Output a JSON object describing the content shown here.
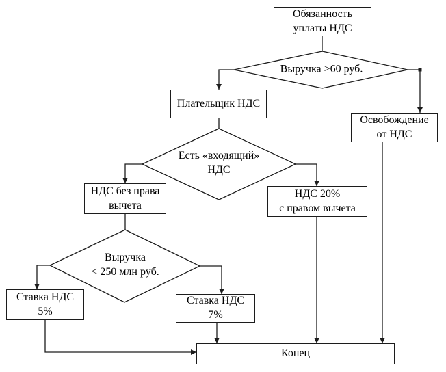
{
  "flowchart": {
    "nodes": {
      "obligation": {
        "shape": "rect",
        "label": "Обязанность\nуплаты НДС"
      },
      "revenue_over_60": {
        "shape": "diamond",
        "label": "Выручка >60 руб."
      },
      "vat_payer": {
        "shape": "rect",
        "label": "Плательщик НДС"
      },
      "vat_exemption": {
        "shape": "rect",
        "label": "Освобождение\nот НДС"
      },
      "has_input_vat": {
        "shape": "diamond",
        "label": "Есть «входящий»\nНДС"
      },
      "vat_no_deduction": {
        "shape": "rect",
        "label": "НДС без права\nвычета"
      },
      "vat_20_deduction": {
        "shape": "rect",
        "label": "НДС 20%\nс правом вычета"
      },
      "revenue_under_250": {
        "shape": "diamond",
        "label": "Выручка\n< 250 млн руб."
      },
      "rate_5": {
        "shape": "rect",
        "label": "Ставка НДС\n5%"
      },
      "rate_7": {
        "shape": "rect",
        "label": "Ставка НДС\n7%"
      },
      "end": {
        "shape": "rect",
        "label": "Конец"
      }
    },
    "edges": [
      {
        "from": "obligation",
        "to": "revenue_over_60",
        "arrow": false
      },
      {
        "from": "revenue_over_60",
        "to": "vat_payer",
        "arrow": true
      },
      {
        "from": "revenue_over_60",
        "to": "vat_exemption",
        "arrow": true
      },
      {
        "from": "vat_payer",
        "to": "has_input_vat",
        "arrow": false
      },
      {
        "from": "has_input_vat",
        "to": "vat_no_deduction",
        "arrow": true
      },
      {
        "from": "has_input_vat",
        "to": "vat_20_deduction",
        "arrow": true
      },
      {
        "from": "vat_no_deduction",
        "to": "revenue_under_250",
        "arrow": false
      },
      {
        "from": "revenue_under_250",
        "to": "rate_5",
        "arrow": true
      },
      {
        "from": "revenue_under_250",
        "to": "rate_7",
        "arrow": true
      },
      {
        "from": "rate_5",
        "to": "end",
        "arrow": true
      },
      {
        "from": "rate_7",
        "to": "end",
        "arrow": true
      },
      {
        "from": "vat_20_deduction",
        "to": "end",
        "arrow": true
      },
      {
        "from": "vat_exemption",
        "to": "end",
        "arrow": true
      }
    ],
    "colors": {
      "line": "#1c1c1c",
      "border": "#1c1c1c",
      "text": "#000000",
      "background": "#ffffff"
    }
  }
}
